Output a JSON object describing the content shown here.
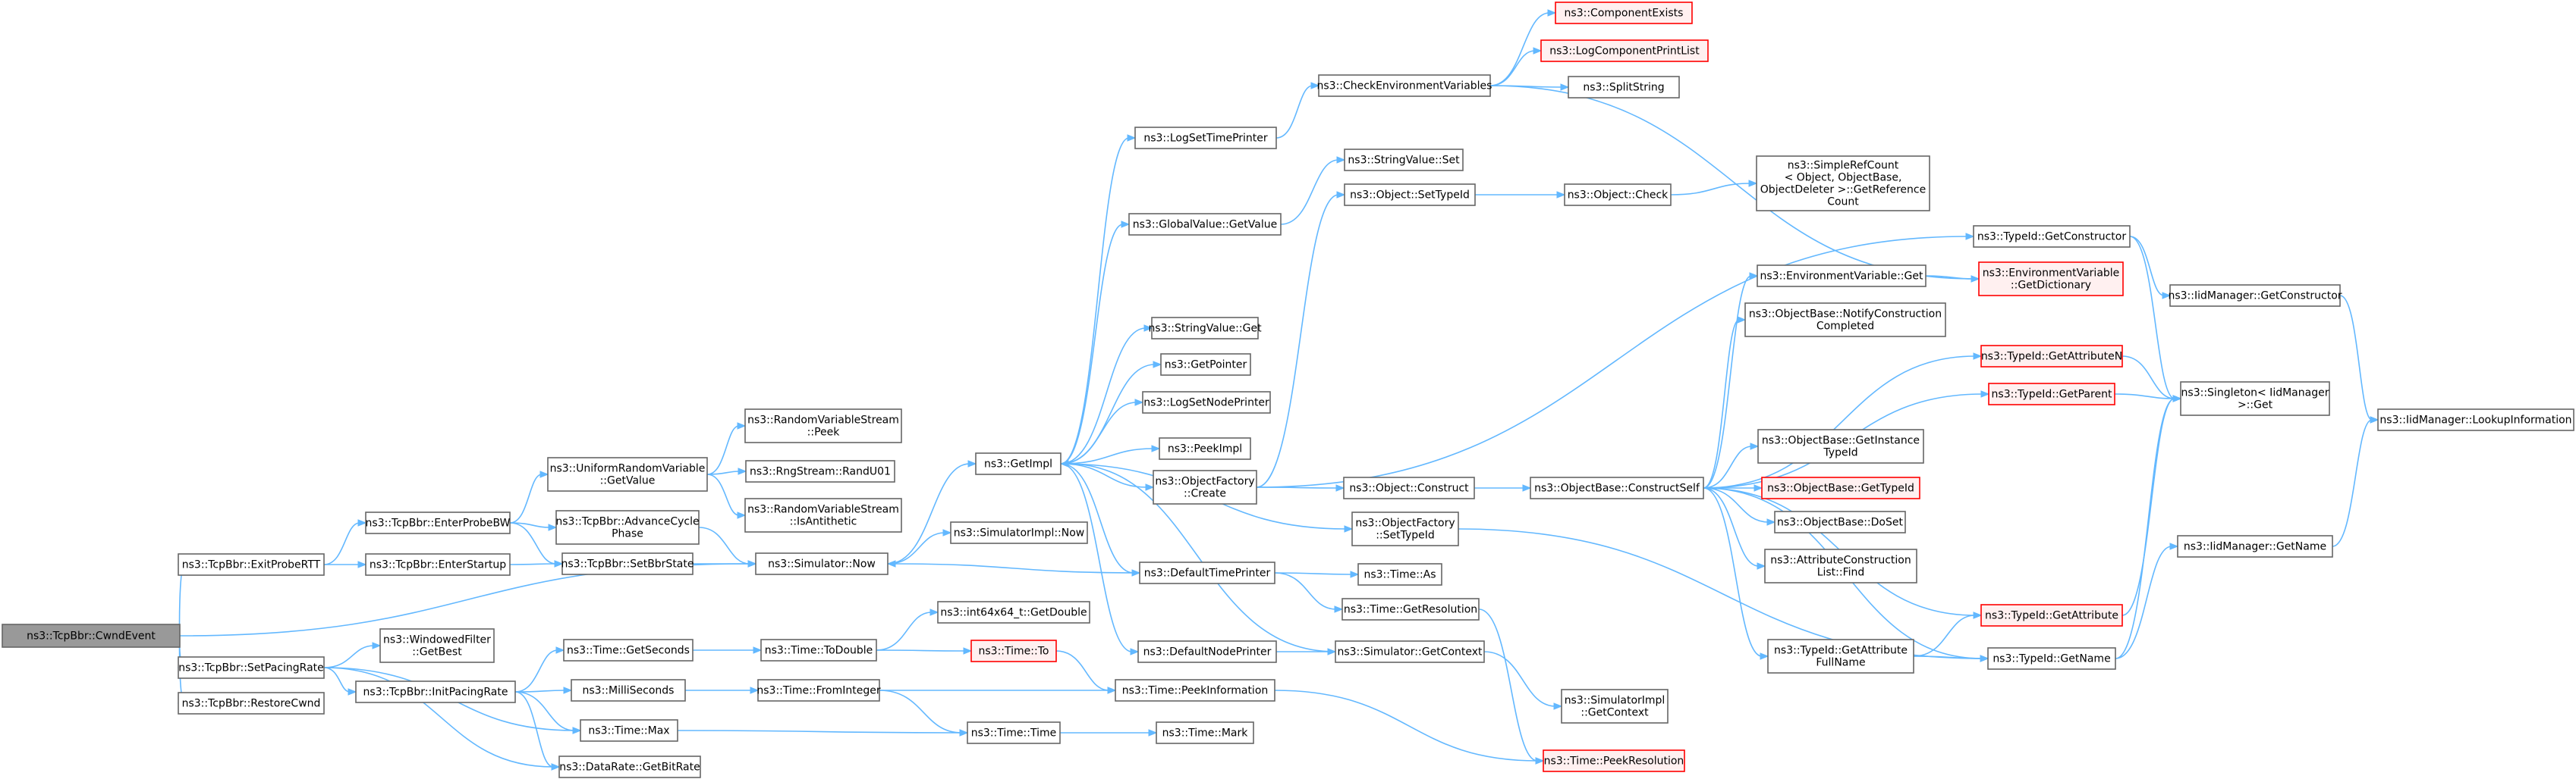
{
  "colors": {
    "edge": "#63b8ff",
    "node_border": "#666666",
    "node_fill": "#ffffff",
    "undocumented_border": "#ff0000",
    "undocumented_fill": "#fff0f0",
    "root_fill": "#999999"
  },
  "nodes": [
    {
      "id": "cwnd",
      "lines": [
        "ns3::TcpBbr::CwndEvent"
      ],
      "style": "root"
    },
    {
      "id": "exitprobertt",
      "lines": [
        "ns3::TcpBbr::ExitProbeRTT"
      ],
      "style": "normal"
    },
    {
      "id": "setpacingrate",
      "lines": [
        "ns3::TcpBbr::SetPacingRate"
      ],
      "style": "normal"
    },
    {
      "id": "restorecwnd",
      "lines": [
        "ns3::TcpBbr::RestoreCwnd"
      ],
      "style": "normal"
    },
    {
      "id": "enterprobebw",
      "lines": [
        "ns3::TcpBbr::EnterProbeBW"
      ],
      "style": "normal"
    },
    {
      "id": "enterstartup",
      "lines": [
        "ns3::TcpBbr::EnterStartup"
      ],
      "style": "normal"
    },
    {
      "id": "windowedgetbest",
      "lines": [
        "ns3::WindowedFilter",
        "::GetBest"
      ],
      "style": "normal"
    },
    {
      "id": "initpacingrate",
      "lines": [
        "ns3::TcpBbr::InitPacingRate"
      ],
      "style": "normal"
    },
    {
      "id": "urvgetvalue",
      "lines": [
        "ns3::UniformRandomVariable",
        "::GetValue"
      ],
      "style": "normal"
    },
    {
      "id": "advancecycle",
      "lines": [
        "ns3::TcpBbr::AdvanceCycle",
        "Phase"
      ],
      "style": "normal"
    },
    {
      "id": "setbbrstate",
      "lines": [
        "ns3::TcpBbr::SetBbrState"
      ],
      "style": "normal"
    },
    {
      "id": "getseconds",
      "lines": [
        "ns3::Time::GetSeconds"
      ],
      "style": "normal"
    },
    {
      "id": "milliseconds",
      "lines": [
        "ns3::MilliSeconds"
      ],
      "style": "normal"
    },
    {
      "id": "timemax",
      "lines": [
        "ns3::Time::Max"
      ],
      "style": "normal"
    },
    {
      "id": "getbitrate",
      "lines": [
        "ns3::DataRate::GetBitRate"
      ],
      "style": "normal"
    },
    {
      "id": "rvspeek",
      "lines": [
        "ns3::RandomVariableStream",
        "::Peek"
      ],
      "style": "normal"
    },
    {
      "id": "randu01",
      "lines": [
        "ns3::RngStream::RandU01"
      ],
      "style": "normal"
    },
    {
      "id": "isantithetic",
      "lines": [
        "ns3::RandomVariableStream",
        "::IsAntithetic"
      ],
      "style": "normal"
    },
    {
      "id": "simnow",
      "lines": [
        "ns3::Simulator::Now"
      ],
      "style": "normal"
    },
    {
      "id": "todouble",
      "lines": [
        "ns3::Time::ToDouble"
      ],
      "style": "normal"
    },
    {
      "id": "frominteger",
      "lines": [
        "ns3::Time::FromInteger"
      ],
      "style": "normal"
    },
    {
      "id": "getimpl",
      "lines": [
        "ns3::GetImpl"
      ],
      "style": "normal"
    },
    {
      "id": "simimplnow",
      "lines": [
        "ns3::SimulatorImpl::Now"
      ],
      "style": "normal"
    },
    {
      "id": "int64getdouble",
      "lines": [
        "ns3::int64x64_t::GetDouble"
      ],
      "style": "normal"
    },
    {
      "id": "timeto",
      "lines": [
        "ns3::Time::To"
      ],
      "style": "undocumented"
    },
    {
      "id": "timetime",
      "lines": [
        "ns3::Time::Time"
      ],
      "style": "normal"
    },
    {
      "id": "logsettimeprinter",
      "lines": [
        "ns3::LogSetTimePrinter"
      ],
      "style": "normal"
    },
    {
      "id": "gvgetvalue",
      "lines": [
        "ns3::GlobalValue::GetValue"
      ],
      "style": "normal"
    },
    {
      "id": "svget",
      "lines": [
        "ns3::StringValue::Get"
      ],
      "style": "normal"
    },
    {
      "id": "getpointer",
      "lines": [
        "ns3::GetPointer"
      ],
      "style": "normal"
    },
    {
      "id": "logsetnodeprinter",
      "lines": [
        "ns3::LogSetNodePrinter"
      ],
      "style": "normal"
    },
    {
      "id": "peekimpl",
      "lines": [
        "ns3::PeekImpl"
      ],
      "style": "normal"
    },
    {
      "id": "ofcreate",
      "lines": [
        "ns3::ObjectFactory",
        "::Create"
      ],
      "style": "normal"
    },
    {
      "id": "defaulttimeprinter",
      "lines": [
        "ns3::DefaultTimePrinter"
      ],
      "style": "normal"
    },
    {
      "id": "defaultnodeprinter",
      "lines": [
        "ns3::DefaultNodePrinter"
      ],
      "style": "normal"
    },
    {
      "id": "peekinformation",
      "lines": [
        "ns3::Time::PeekInformation"
      ],
      "style": "normal"
    },
    {
      "id": "timemark",
      "lines": [
        "ns3::Time::Mark"
      ],
      "style": "normal"
    },
    {
      "id": "checkenv",
      "lines": [
        "ns3::CheckEnvironmentVariables"
      ],
      "style": "normal"
    },
    {
      "id": "svset",
      "lines": [
        "ns3::StringValue::Set"
      ],
      "style": "normal"
    },
    {
      "id": "objsettypeid",
      "lines": [
        "ns3::Object::SetTypeId"
      ],
      "style": "normal"
    },
    {
      "id": "objconstruct",
      "lines": [
        "ns3::Object::Construct"
      ],
      "style": "normal"
    },
    {
      "id": "ofsettypeid",
      "lines": [
        "ns3::ObjectFactory",
        "::SetTypeId"
      ],
      "style": "normal"
    },
    {
      "id": "timeas",
      "lines": [
        "ns3::Time::As"
      ],
      "style": "normal"
    },
    {
      "id": "getresolution",
      "lines": [
        "ns3::Time::GetResolution"
      ],
      "style": "normal"
    },
    {
      "id": "simgetcontext",
      "lines": [
        "ns3::Simulator::GetContext"
      ],
      "style": "normal"
    },
    {
      "id": "simimplgetcontext",
      "lines": [
        "ns3::SimulatorImpl",
        "::GetContext"
      ],
      "style": "normal"
    },
    {
      "id": "peekresolution",
      "lines": [
        "ns3::Time::PeekResolution"
      ],
      "style": "undocumented"
    },
    {
      "id": "componentexists",
      "lines": [
        "ns3::ComponentExists"
      ],
      "style": "undocumented"
    },
    {
      "id": "logcomponentprintlist",
      "lines": [
        "ns3::LogComponentPrintList"
      ],
      "style": "undocumented"
    },
    {
      "id": "splitstring",
      "lines": [
        "ns3::SplitString"
      ],
      "style": "normal"
    },
    {
      "id": "objcheck",
      "lines": [
        "ns3::Object::Check"
      ],
      "style": "normal"
    },
    {
      "id": "simplerefcount",
      "lines": [
        "ns3::SimpleRefCount",
        "< Object, ObjectBase,",
        " ObjectDeleter >::GetReference",
        "Count"
      ],
      "style": "normal"
    },
    {
      "id": "envget",
      "lines": [
        "ns3::EnvironmentVariable::Get"
      ],
      "style": "normal"
    },
    {
      "id": "notifyconstruction",
      "lines": [
        "ns3::ObjectBase::NotifyConstruction",
        "Completed"
      ],
      "style": "normal"
    },
    {
      "id": "constructself",
      "lines": [
        "ns3::ObjectBase::ConstructSelf"
      ],
      "style": "normal"
    },
    {
      "id": "getinstancetypeid",
      "lines": [
        "ns3::ObjectBase::GetInstance",
        "TypeId"
      ],
      "style": "normal"
    },
    {
      "id": "obgettypeid",
      "lines": [
        "ns3::ObjectBase::GetTypeId"
      ],
      "style": "undocumented"
    },
    {
      "id": "doset",
      "lines": [
        "ns3::ObjectBase::DoSet"
      ],
      "style": "normal"
    },
    {
      "id": "attrconstructionlistfind",
      "lines": [
        "ns3::AttributeConstruction",
        "List::Find"
      ],
      "style": "normal"
    },
    {
      "id": "getattributefullname",
      "lines": [
        "ns3::TypeId::GetAttribute",
        "FullName"
      ],
      "style": "normal"
    },
    {
      "id": "tidgetconstructor",
      "lines": [
        "ns3::TypeId::GetConstructor"
      ],
      "style": "normal"
    },
    {
      "id": "envgetdictionary",
      "lines": [
        "ns3::EnvironmentVariable",
        "::GetDictionary"
      ],
      "style": "undocumented"
    },
    {
      "id": "getattributen",
      "lines": [
        "ns3::TypeId::GetAttributeN"
      ],
      "style": "undocumented"
    },
    {
      "id": "getparent",
      "lines": [
        "ns3::TypeId::GetParent"
      ],
      "style": "undocumented"
    },
    {
      "id": "getattribute",
      "lines": [
        "ns3::TypeId::GetAttribute"
      ],
      "style": "undocumented"
    },
    {
      "id": "tidgetname",
      "lines": [
        "ns3::TypeId::GetName"
      ],
      "style": "normal"
    },
    {
      "id": "iidgetconstructor",
      "lines": [
        "ns3::IidManager::GetConstructor"
      ],
      "style": "normal"
    },
    {
      "id": "singletonget",
      "lines": [
        "ns3::Singleton< IidManager",
        " >::Get"
      ],
      "style": "normal"
    },
    {
      "id": "iidgetname",
      "lines": [
        "ns3::IidManager::GetName"
      ],
      "style": "normal"
    },
    {
      "id": "lookupinformation",
      "lines": [
        "ns3::IidManager::LookupInformation"
      ],
      "style": "normal"
    }
  ]
}
